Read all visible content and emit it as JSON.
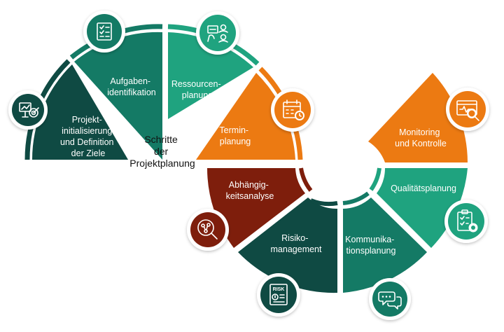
{
  "center": {
    "line1": "Schritte",
    "line2": "der",
    "line3": "Projektplanung"
  },
  "colors": {
    "dark_teal": "#0f4a43",
    "teal": "#147a65",
    "mint": "#1fa37f",
    "orange": "#ec7a12",
    "maroon": "#7e1e0c"
  },
  "steps": [
    {
      "line1": "Projekt-",
      "line2": "initialisierung",
      "line3": "und Definition",
      "line4": "der Ziele",
      "icon": "presentation-target-icon"
    },
    {
      "line1": "Aufgaben-",
      "line2": "identifikation",
      "icon": "checklist-icon"
    },
    {
      "line1": "Ressourcen-",
      "line2": "planung",
      "icon": "people-resources-icon"
    },
    {
      "line1": "Termin-",
      "line2": "planung",
      "icon": "calendar-clock-icon"
    },
    {
      "line1": "Abhängig-",
      "line2": "keitsanalyse",
      "icon": "magnifier-network-icon"
    },
    {
      "line1": "Risiko-",
      "line2": "management",
      "icon": "risk-sheet-icon",
      "icon_text": "RISK"
    },
    {
      "line1": "Kommunika-",
      "line2": "tionsplanung",
      "icon": "chat-bubbles-icon"
    },
    {
      "line1": "Qualitätsplanung",
      "icon": "clipboard-gear-icon"
    },
    {
      "line1": "Monitoring",
      "line2": "und Kontrolle",
      "icon": "monitor-magnifier-icon"
    }
  ]
}
